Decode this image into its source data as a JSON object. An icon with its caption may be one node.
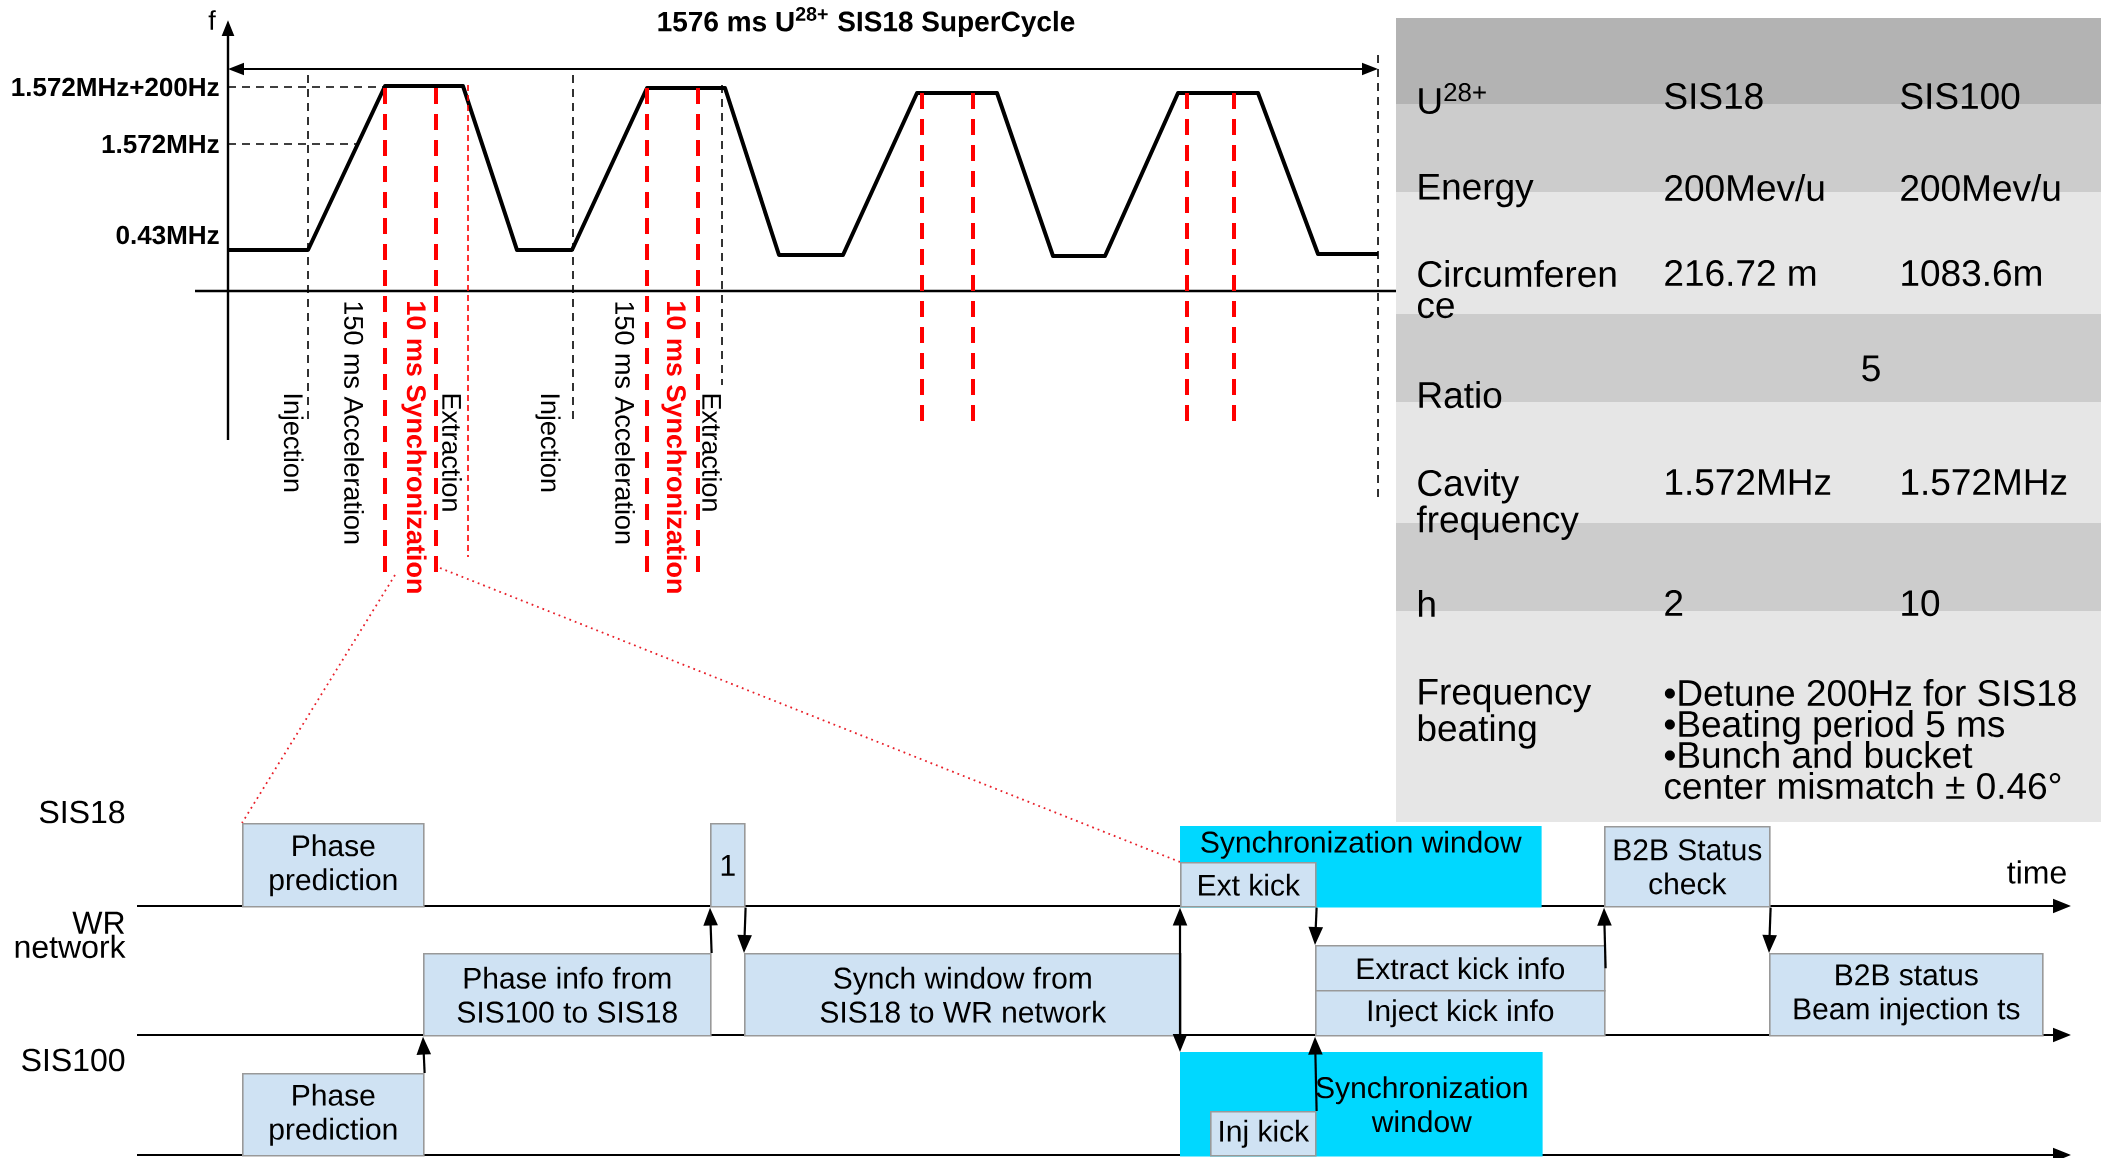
{
  "diagram": {
    "title": "1576 ms U$^{28+}$ SIS18 SuperCycle",
    "nodes": [
      {
        "text": [
          "Phase prediction"
        ]
      },
      {
        "text": [
          "1"
        ]
      },
      {
        "text": [
          "Synchronization window"
        ]
      },
      {
        "text": [
          "Ext kick"
        ],
        "in": 2
      },
      {
        "text": [
          "B2B Status check"
        ]
      },
      {
        "text": [
          "Phase info from SIS100 to SIS18"
        ]
      },
      {
        "text": [
          "Synch window from SIS18 to WR network"
        ]
      },
      {
        "text": [
          "Extract kick info"
        ]
      },
      {
        "text": [
          "Inject kick info"
        ]
      },
      {
        "text": [
          "B2B status Beam injection ts"
        ]
      },
      {
        "text": [
          "Phase prediction"
        ]
      },
      {
        "text": [
          "Synchronization window"
        ]
      },
      {
        "text": [
          "Inj kick"
        ],
        "in": 11
      }
    ],
    "edges": [
      {
        "from": 10,
        "to": 5,
        "arrow": "to"
      },
      {
        "from": 5,
        "to": 1,
        "arrow": "to"
      },
      {
        "from": 1,
        "to": 6,
        "arrow": "to"
      },
      {
        "from": 2,
        "to": 11,
        "arrow": "both"
      },
      {
        "from": 3,
        "to": 7,
        "arrow": "to"
      },
      {
        "from": 12,
        "to": 8,
        "arrow": "to"
      },
      {
        "from": 7,
        "to": 4,
        "arrow": "to"
      },
      {
        "from": 4,
        "to": 9,
        "arrow": "to"
      }
    ],
    "labels": [
      "f",
      "1.572MHz+200Hz",
      "1.572MHz",
      "0.43MHz",
      "Injection",
      "150 ms Acceleration",
      "10 ms Synchronization",
      "Extraction",
      "Injection",
      "150 ms Acceleration",
      "10 ms Synchronization",
      "Extraction",
      "U$^{28+}$",
      "SIS18",
      "SIS100",
      "Energy",
      "200Mev/u",
      "200Mev/u",
      "Circumferen ce",
      "216.72 m",
      "1083.6m",
      "Ratio",
      "5",
      "Cavity frequency",
      "1.572MHz",
      "1.572MHz",
      "h",
      "2",
      "10",
      "Frequency beating",
      "•Detune 200Hz for SIS18",
      "•Beating period 5 ms",
      "•Bunch and bucket center mismatch ± 0.46°",
      "SIS18",
      "time",
      "WR network",
      "SIS100"
    ]
  }
}
